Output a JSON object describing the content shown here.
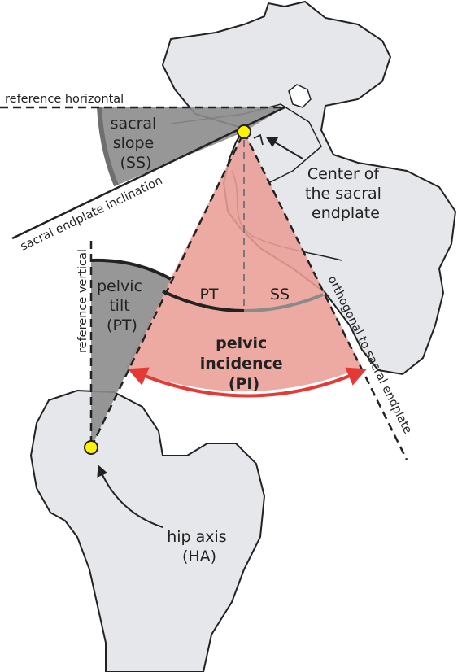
{
  "labels": {
    "reference_horizontal": "reference horizontal",
    "sacral_slope": [
      "sacral",
      "slope",
      "(SS)"
    ],
    "sacral_endplate_inclination": "sacral endplate inclination",
    "center_sacral_endplate": [
      "Center of",
      "the sacral",
      "endplate"
    ],
    "reference_vertical": "reference vertical",
    "pelvic_tilt": [
      "pelvic",
      "tilt",
      "(PT)"
    ],
    "pt_arc": "PT",
    "ss_arc": "SS",
    "orthogonal": "orthogonal to sacral endplate",
    "pelvic_incidence": [
      "pelvic",
      "incidence",
      "(PI)"
    ],
    "hip_axis": [
      "hip axis",
      "(HA)"
    ]
  },
  "colors": {
    "bone_fill": "#e6e7ea",
    "outline": "#222222",
    "wedge_gray": "#8c8c8c",
    "wedge_gray_dark": "#6f6f6f",
    "pi_fill": "#eb9e96",
    "pi_arrow": "#e53935",
    "point_fill": "#fff200",
    "ss_arc": "#8a8a8a"
  }
}
